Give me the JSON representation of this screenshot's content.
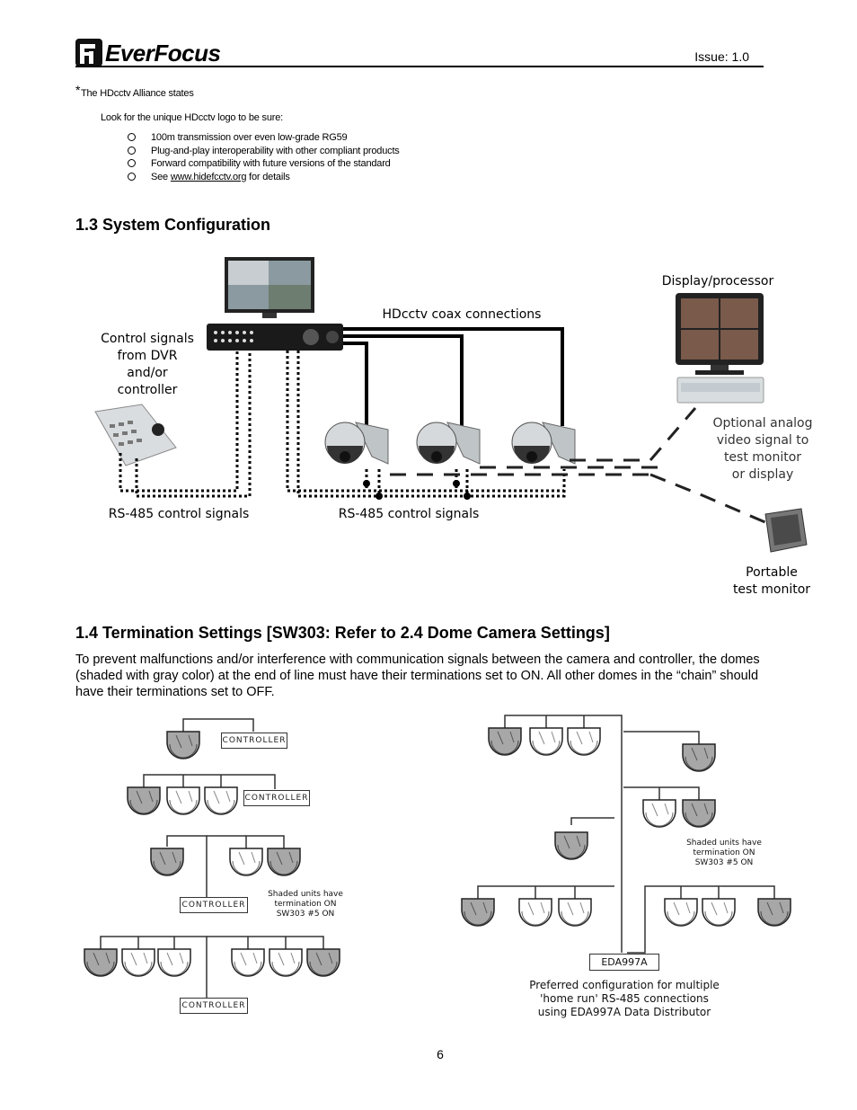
{
  "header": {
    "brand": "EverFocus",
    "issue": "Issue: 1.0"
  },
  "note": {
    "asterisk": "*",
    "intro": "The  HDcctv  Alliance  states",
    "lookfor": "Look  for  the  unique  HDcctv  logo  to  be  sure:",
    "bullets": [
      "100m transmission over even low-grade RG59",
      "Plug-and-play interoperability with other compliant products",
      "Forward compatibility with future versions of the standard"
    ],
    "see_prefix": "See ",
    "see_link": "www.hidefcctv.org",
    "see_suffix": " for details"
  },
  "section_13": {
    "title": "1.3 System Configuration",
    "labels": {
      "display": "Display/processor",
      "hdcctv": "HDcctv coax connections",
      "control": [
        "Control signals",
        "from DVR",
        "and/or",
        "controller"
      ],
      "analog": [
        "Optional analog",
        "video signal to",
        "test monitor",
        "or display"
      ],
      "rs485_left": "RS-485 control signals",
      "rs485_right": "RS-485 control signals",
      "portable": [
        "Portable",
        "test monitor"
      ]
    }
  },
  "section_14": {
    "title": "1.4 Termination Settings [SW303: Refer to 2.4 Dome Camera Settings]",
    "paragraph": "To prevent malfunctions and/or interference with communication signals between the camera and controller, the domes (shaded with gray color) at the end of line must have their terminations set to ON. All other domes in the “chain” should have their terminations set to OFF.",
    "controller_label": "CONTROLLER",
    "shaded_note": [
      "Shaded units have",
      "termination ON",
      "SW303 #5 ON"
    ],
    "eda_label": "EDA997A",
    "preferred": [
      "Preferred configuration for multiple",
      "'home run' RS-485 connections",
      "using EDA997A Data Distributor"
    ]
  },
  "footer": {
    "page_number": "6"
  }
}
